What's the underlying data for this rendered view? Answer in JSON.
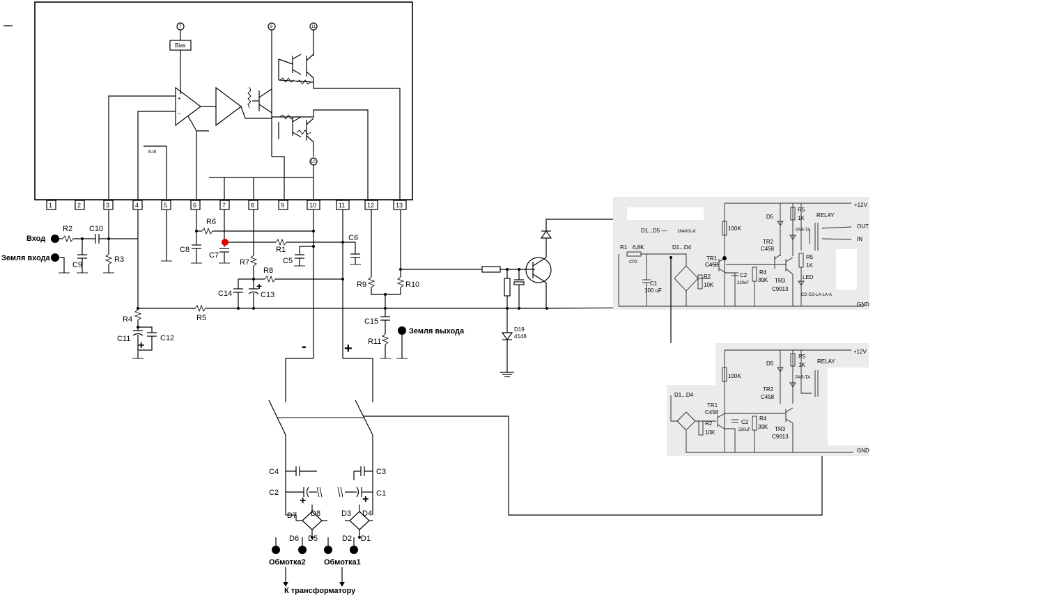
{
  "ic": {
    "bias_label": "Bias",
    "sub_label": "SUB",
    "pins": [
      "1",
      "2",
      "3",
      "4",
      "5",
      "6",
      "7",
      "8",
      "9",
      "10",
      "11",
      "12",
      "13"
    ],
    "top_nodes": [
      "7",
      "8",
      "11"
    ],
    "inner_node": "10"
  },
  "labels": {
    "input": "Вход",
    "input_ground": "Земля входа",
    "output_ground": "Земля выхода",
    "winding2": "Обмотка2",
    "winding1": "Обмотка1",
    "to_transformer": "К трансформатору",
    "minus": "-",
    "plus": "+"
  },
  "components": {
    "R2": "R2",
    "C10": "C10",
    "C9": "C9",
    "R3": "R3",
    "R6": "R6",
    "C8": "C8",
    "C7": "C7",
    "R1": "R1",
    "C5": "C5",
    "C6": "C6",
    "R7": "R7",
    "R8": "R8",
    "C14": "C14",
    "C13": "C13",
    "R4": "R4",
    "R5": "R5",
    "C11": "C11",
    "C12": "C12",
    "R9": "R9",
    "R10": "R10",
    "C15": "C15",
    "R11": "R11",
    "D19": "D19",
    "D19_val": "4148",
    "C4": "C4",
    "C2": "C2",
    "C3": "C3",
    "C1": "C1",
    "D7": "D7",
    "D8": "D8",
    "D6": "D6",
    "D5": "D5",
    "D3": "D3",
    "D4": "D4",
    "D2": "D2",
    "D1": "D1"
  },
  "relay1": {
    "v12": "+12V",
    "out": "OUT",
    "in": "IN",
    "gnd": "GND",
    "d1d5": "D1...D5 —",
    "d1d5_val": "1N4001-8",
    "d1d4": "D1...D4",
    "r1": "R1",
    "r1_val": "6,8K",
    "r1_sub": "CP2",
    "c1": "C1",
    "c1_val": "100 uF",
    "r2": "R2",
    "r2_val": "10K",
    "tr1": "TR1",
    "tr1_val": "C458",
    "c2": "C2",
    "c2_val": "220uF",
    "r4": "R4",
    "r4_val": "39K",
    "r100k": "100K",
    "d5": "D5",
    "r5a": "R5",
    "r5a_val": "1K",
    "r5b": "R5",
    "r5b_val": "1K",
    "tr2": "TR2",
    "tr2_val": "C458",
    "tr3": "TR3",
    "tr3_val": "C9013",
    "relay": "RELAY",
    "led": "LED",
    "led_note": "PAR-TA",
    "bottom_note": "CD CO-LA-LA-A"
  },
  "relay2": {
    "v12": "+12V",
    "gnd": "GND",
    "d1d4": "D1...D4",
    "r2": "R2",
    "r2_val": "10K",
    "tr1": "TR1",
    "tr1_val": "C458",
    "c2": "C2",
    "c2_val": "220uF",
    "r4": "R4",
    "r4_val": "39K",
    "r100k": "100K",
    "d5": "D5",
    "r5": "R5",
    "r5_val": "1K",
    "tr2": "TR2",
    "tr2_val": "C458",
    "tr3": "TR3",
    "tr3_val": "C9013",
    "relay": "RELAY",
    "led_note": "PAR-TA"
  },
  "colors": {
    "wire": "#000000",
    "panel": "#ebebeb",
    "highlight_node": "#e00000"
  }
}
